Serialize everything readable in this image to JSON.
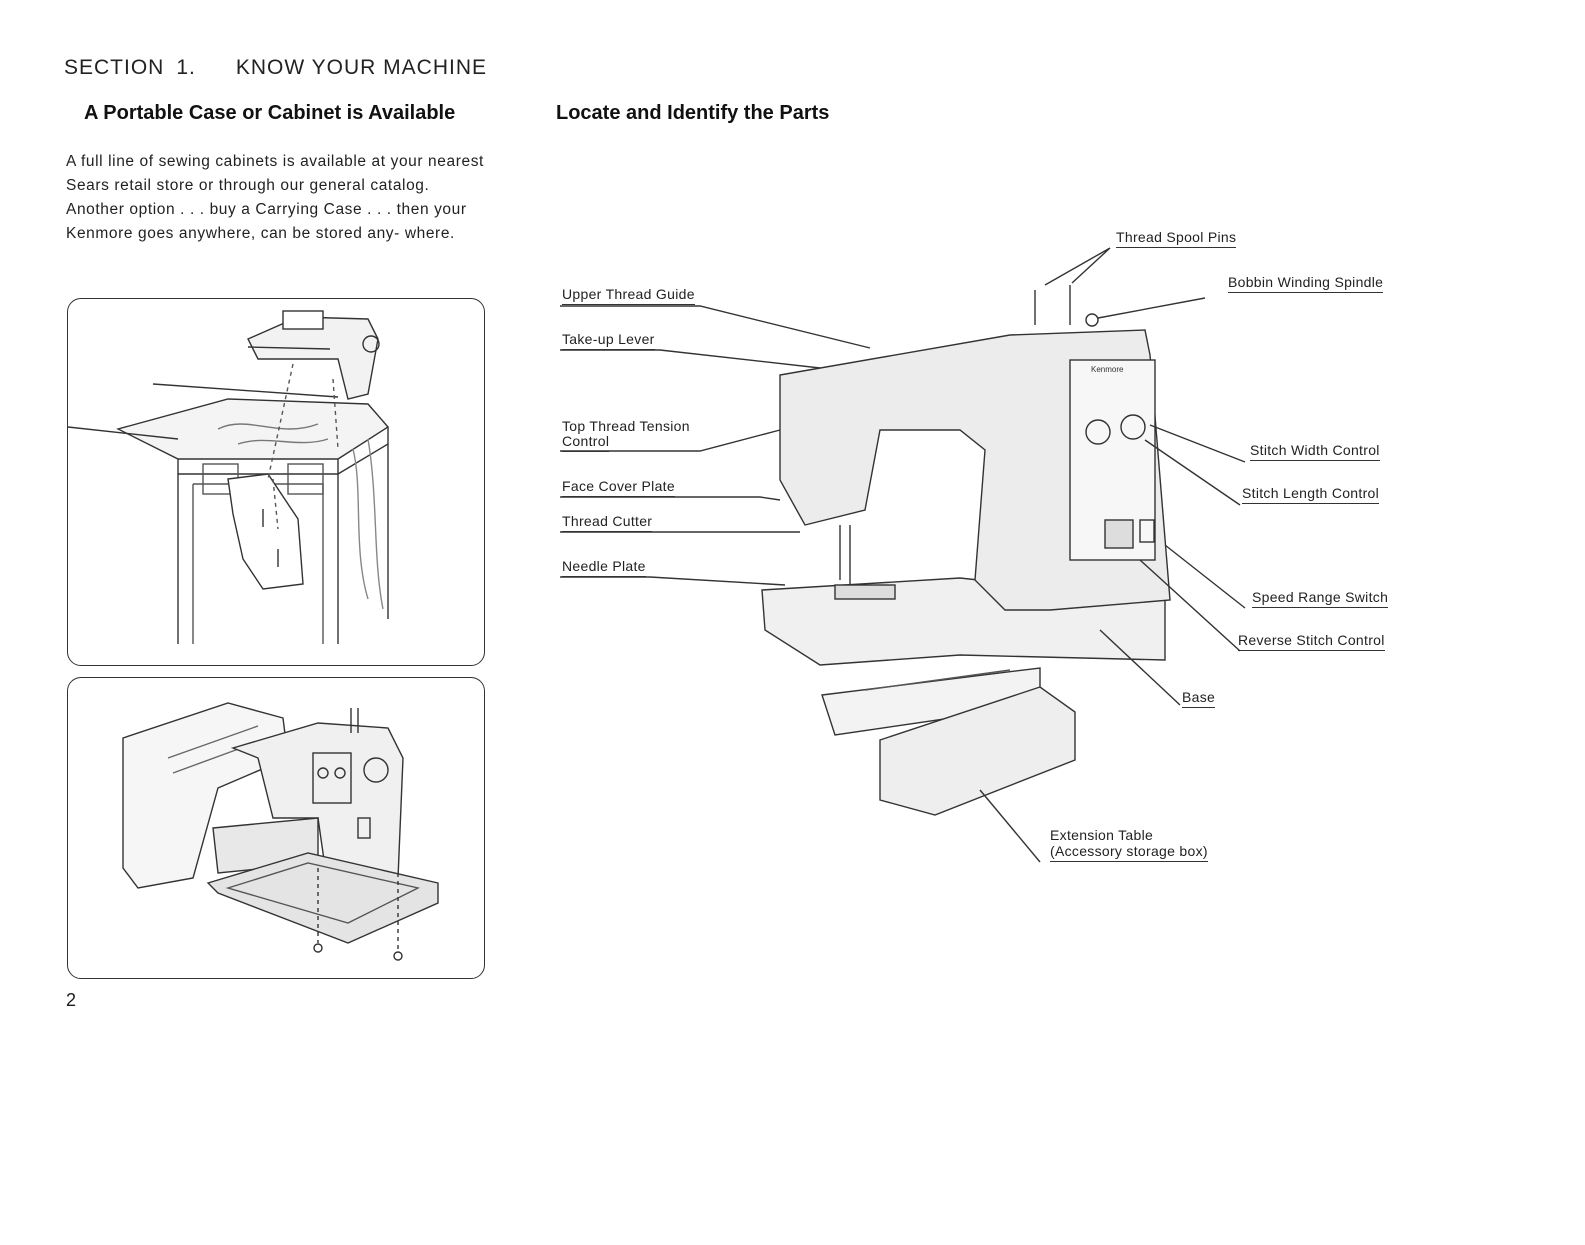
{
  "section": {
    "label": "SECTION",
    "number": "1.",
    "title": "KNOW YOUR MACHINE"
  },
  "left": {
    "heading": "A Portable Case or Cabinet is Available",
    "paragraph1": "A full line of sewing cabinets is available at your nearest Sears retail store or through our general catalog.",
    "paragraph2": "Another option . . . buy a Carrying Case . . . then your Kenmore goes anywhere, can be stored any- where."
  },
  "right": {
    "heading": "Locate and Identify the Parts",
    "parts": {
      "thread_spool_pins": "Thread Spool Pins",
      "bobbin_winding_spindle": "Bobbin Winding Spindle",
      "upper_thread_guide": "Upper Thread Guide",
      "take_up_lever": "Take-up Lever",
      "top_thread_tension_1": "Top Thread Tension",
      "top_thread_tension_2": "Control",
      "face_cover_plate": "Face Cover Plate",
      "thread_cutter": "Thread Cutter",
      "needle_plate": "Needle Plate",
      "stitch_width_control": "Stitch Width Control",
      "stitch_length_control": "Stitch Length Control",
      "speed_range_switch": "Speed Range Switch",
      "reverse_stitch_control": "Reverse Stitch Control",
      "base": "Base",
      "extension_table_1": "Extension Table",
      "extension_table_2": "(Accessory storage box)"
    },
    "machine_brand": "Kenmore"
  },
  "page_number": "2"
}
